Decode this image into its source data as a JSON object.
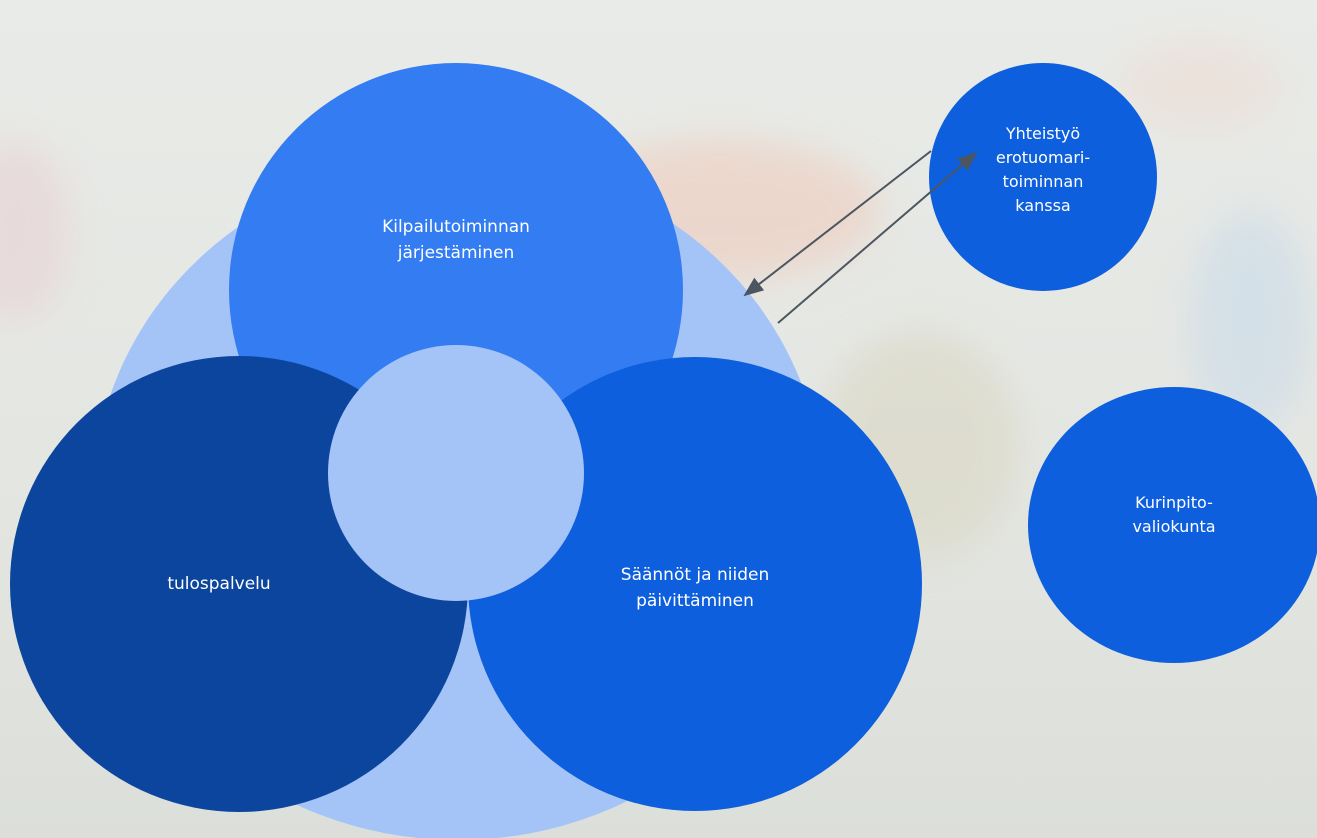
{
  "diagram": {
    "colors": {
      "outer": "#a4c3f7",
      "top": "#337cf1",
      "left": "#0c459d",
      "right": "#0e5fdd",
      "center": "#a4c3f7",
      "side": "#0e5fdd",
      "arrow": "#4b5660",
      "text": "#ffffff"
    },
    "nodes": {
      "top": {
        "label": "Kilpailutoiminnan\njärjestäminen"
      },
      "left": {
        "label": "tulospalvelu"
      },
      "right": {
        "label": "Säännöt ja niiden\npäivittäminen"
      },
      "cooperation": {
        "label": "Yhteistyö\nerotuomari-\ntoiminnan\nkanssa"
      },
      "discipline": {
        "label": "Kurinpito-\nvaliokunta"
      }
    },
    "connections": [
      {
        "from": "cooperation",
        "to": "outer",
        "direction": "to-outer"
      },
      {
        "from": "outer",
        "to": "cooperation",
        "direction": "to-cooperation"
      }
    ]
  }
}
